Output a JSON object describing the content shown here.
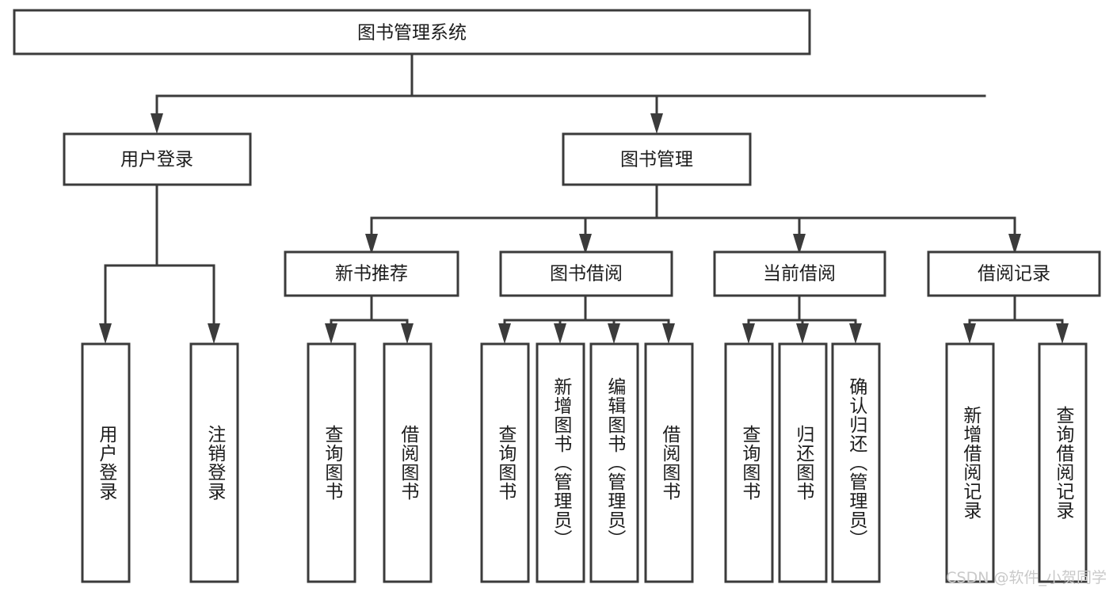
{
  "diagram": {
    "type": "hierarchy-tree",
    "title": "图书管理系统",
    "orientation": "top-down",
    "colors": {
      "background": "#ffffff",
      "box_fill": "#ffffff",
      "box_stroke": "#3b3b3b",
      "text": "#1c1c1c",
      "watermark": "#c9c9c9"
    },
    "levels": {
      "root": {
        "label": "图书管理系统"
      },
      "level2": [
        {
          "label": "用户登录"
        },
        {
          "label": "图书管理"
        }
      ],
      "level3": [
        {
          "label": "新书推荐"
        },
        {
          "label": "图书借阅"
        },
        {
          "label": "当前借阅"
        },
        {
          "label": "借阅记录"
        }
      ],
      "leaves": {
        "user_login": [
          {
            "label": "用户登录"
          },
          {
            "label": "注销登录"
          }
        ],
        "new_book_recommend": [
          {
            "label": "查询图书"
          },
          {
            "label": "借阅图书"
          }
        ],
        "book_borrow": [
          {
            "label": "查询图书"
          },
          {
            "label": "新增图书（管理员）"
          },
          {
            "label": "编辑图书（管理员）"
          },
          {
            "label": "借阅图书"
          }
        ],
        "current_borrow": [
          {
            "label": "查询图书"
          },
          {
            "label": "归还图书"
          },
          {
            "label": "确认归还（管理员）"
          }
        ],
        "borrow_record": [
          {
            "label": "新增借阅记录"
          },
          {
            "label": "查询借阅记录"
          }
        ]
      }
    }
  },
  "watermark": {
    "text": "CSDN @软件_小贺同学"
  }
}
